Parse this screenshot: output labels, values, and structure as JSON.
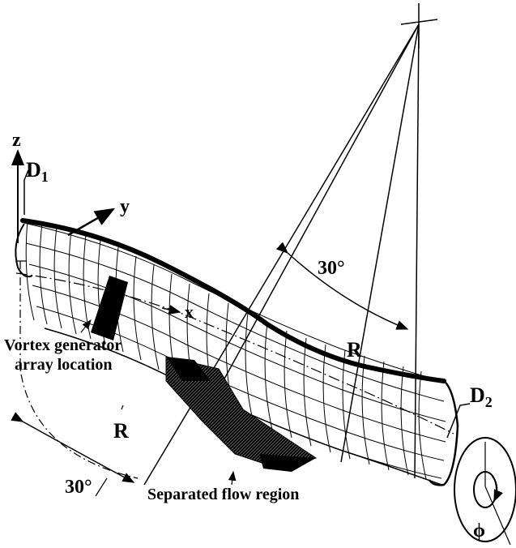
{
  "labels": {
    "z_axis": "z",
    "y_axis": "y",
    "x_axis": "x",
    "d1_letter": "D",
    "d1_sub": "1",
    "d2_letter": "D",
    "d2_sub": "2",
    "angle_top": "30°",
    "angle_bottom": "30°",
    "radius_top": "R",
    "radius_bottom": "R",
    "vortex_line1": "Vortex generator",
    "vortex_line2": "array location",
    "separated": "Separated flow region",
    "phi": "ϕ"
  }
}
